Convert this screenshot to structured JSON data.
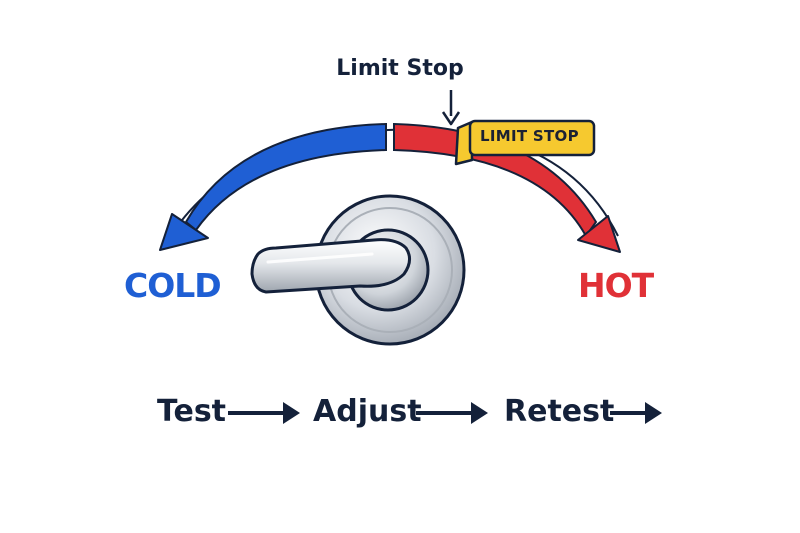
{
  "limit_label": "Limit Stop",
  "badge_label": "LIMIT STOP",
  "cold_label": "COLD",
  "hot_label": "HOT",
  "steps": [
    "Test",
    "Adjust",
    "Retest"
  ],
  "colors": {
    "cold": "#1f5fd4",
    "hot": "#e03137",
    "badge": "#f6c92f",
    "ink": "#14213a"
  },
  "icons": {
    "handle": "faucet-lever-handle-icon",
    "arrow": "right-arrow-icon"
  }
}
